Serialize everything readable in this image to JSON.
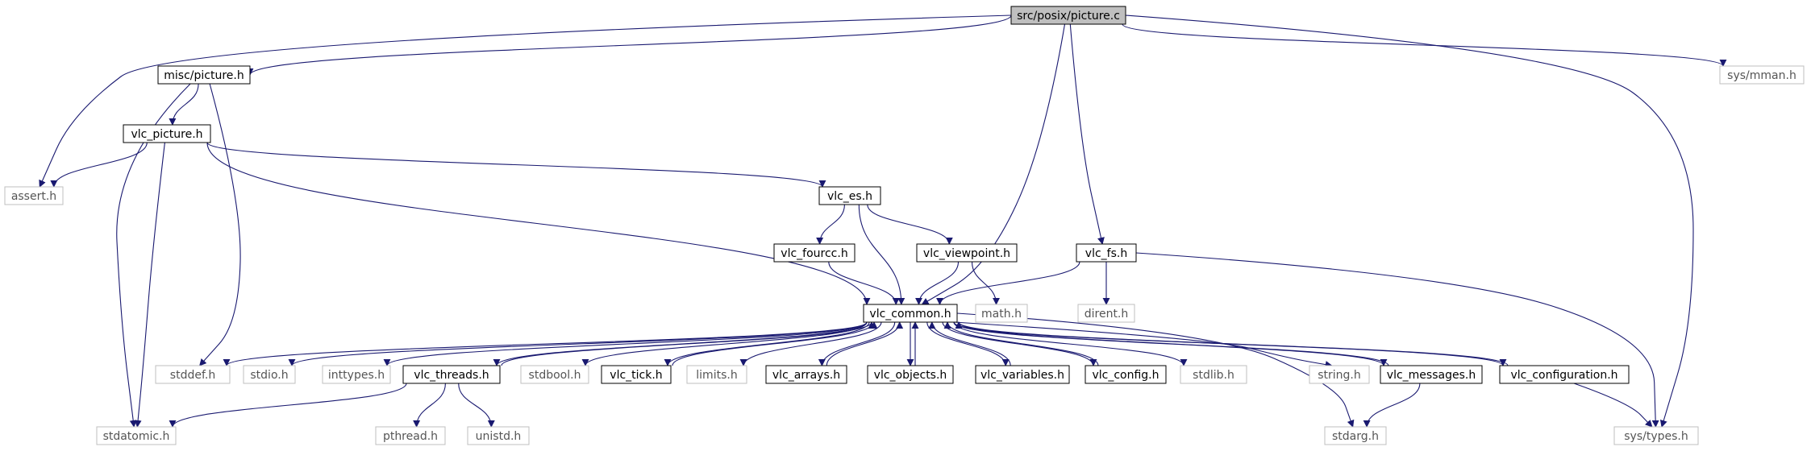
{
  "graph": {
    "colors": {
      "edge": "#191970",
      "project_border": "#000000",
      "system_border": "#bfbfbf",
      "root_fill": "#bfbfbf"
    },
    "nodes": {
      "root": {
        "label": "src/posix/picture.c",
        "kind": "root"
      },
      "misc_picture": {
        "label": "misc/picture.h",
        "kind": "project"
      },
      "vlc_picture": {
        "label": "vlc_picture.h",
        "kind": "project"
      },
      "vlc_es": {
        "label": "vlc_es.h",
        "kind": "project"
      },
      "vlc_fourcc": {
        "label": "vlc_fourcc.h",
        "kind": "project"
      },
      "vlc_viewpoint": {
        "label": "vlc_viewpoint.h",
        "kind": "project"
      },
      "vlc_fs": {
        "label": "vlc_fs.h",
        "kind": "project"
      },
      "vlc_common": {
        "label": "vlc_common.h",
        "kind": "project"
      },
      "vlc_threads": {
        "label": "vlc_threads.h",
        "kind": "project"
      },
      "vlc_tick": {
        "label": "vlc_tick.h",
        "kind": "project"
      },
      "vlc_arrays": {
        "label": "vlc_arrays.h",
        "kind": "project"
      },
      "vlc_objects": {
        "label": "vlc_objects.h",
        "kind": "project"
      },
      "vlc_variables": {
        "label": "vlc_variables.h",
        "kind": "project"
      },
      "vlc_config": {
        "label": "vlc_config.h",
        "kind": "project"
      },
      "vlc_messages": {
        "label": "vlc_messages.h",
        "kind": "project"
      },
      "vlc_configuration": {
        "label": "vlc_configuration.h",
        "kind": "project"
      },
      "sys_mman": {
        "label": "sys/mman.h",
        "kind": "system"
      },
      "assert": {
        "label": "assert.h",
        "kind": "system"
      },
      "math": {
        "label": "math.h",
        "kind": "system"
      },
      "dirent": {
        "label": "dirent.h",
        "kind": "system"
      },
      "stddef": {
        "label": "stddef.h",
        "kind": "system"
      },
      "stdio": {
        "label": "stdio.h",
        "kind": "system"
      },
      "inttypes": {
        "label": "inttypes.h",
        "kind": "system"
      },
      "stdbool": {
        "label": "stdbool.h",
        "kind": "system"
      },
      "limits": {
        "label": "limits.h",
        "kind": "system"
      },
      "stdlib": {
        "label": "stdlib.h",
        "kind": "system"
      },
      "string": {
        "label": "string.h",
        "kind": "system"
      },
      "stdatomic": {
        "label": "stdatomic.h",
        "kind": "system"
      },
      "pthread": {
        "label": "pthread.h",
        "kind": "system"
      },
      "unistd": {
        "label": "unistd.h",
        "kind": "system"
      },
      "stdarg": {
        "label": "stdarg.h",
        "kind": "system"
      },
      "sys_types": {
        "label": "sys/types.h",
        "kind": "system"
      }
    },
    "edges": [
      [
        "root",
        "misc_picture"
      ],
      [
        "root",
        "assert"
      ],
      [
        "root",
        "vlc_common"
      ],
      [
        "root",
        "vlc_fs"
      ],
      [
        "root",
        "sys_types"
      ],
      [
        "root",
        "sys_mman"
      ],
      [
        "misc_picture",
        "vlc_picture"
      ],
      [
        "misc_picture",
        "stdatomic"
      ],
      [
        "misc_picture",
        "stddef"
      ],
      [
        "vlc_picture",
        "assert"
      ],
      [
        "vlc_picture",
        "vlc_es"
      ],
      [
        "vlc_picture",
        "vlc_common"
      ],
      [
        "vlc_picture",
        "stdatomic"
      ],
      [
        "vlc_es",
        "vlc_fourcc"
      ],
      [
        "vlc_es",
        "vlc_viewpoint"
      ],
      [
        "vlc_es",
        "vlc_common"
      ],
      [
        "vlc_fourcc",
        "vlc_common"
      ],
      [
        "vlc_viewpoint",
        "vlc_common"
      ],
      [
        "vlc_viewpoint",
        "math"
      ],
      [
        "vlc_fs",
        "vlc_common"
      ],
      [
        "vlc_fs",
        "dirent"
      ],
      [
        "vlc_fs",
        "sys_types"
      ],
      [
        "vlc_common",
        "stddef"
      ],
      [
        "vlc_common",
        "stdio"
      ],
      [
        "vlc_common",
        "inttypes"
      ],
      [
        "vlc_common",
        "vlc_threads"
      ],
      [
        "vlc_common",
        "stdbool"
      ],
      [
        "vlc_common",
        "vlc_tick"
      ],
      [
        "vlc_common",
        "limits"
      ],
      [
        "vlc_common",
        "vlc_arrays"
      ],
      [
        "vlc_common",
        "vlc_objects"
      ],
      [
        "vlc_common",
        "vlc_variables"
      ],
      [
        "vlc_common",
        "vlc_config"
      ],
      [
        "vlc_common",
        "stdlib"
      ],
      [
        "vlc_common",
        "string"
      ],
      [
        "vlc_common",
        "vlc_messages"
      ],
      [
        "vlc_common",
        "vlc_configuration"
      ],
      [
        "vlc_common",
        "stdarg"
      ],
      [
        "vlc_threads",
        "vlc_common"
      ],
      [
        "vlc_tick",
        "vlc_common"
      ],
      [
        "vlc_arrays",
        "vlc_common"
      ],
      [
        "vlc_objects",
        "vlc_common"
      ],
      [
        "vlc_variables",
        "vlc_common"
      ],
      [
        "vlc_config",
        "vlc_common"
      ],
      [
        "vlc_messages",
        "vlc_common"
      ],
      [
        "vlc_configuration",
        "vlc_common"
      ],
      [
        "vlc_threads",
        "stdatomic"
      ],
      [
        "vlc_threads",
        "pthread"
      ],
      [
        "vlc_threads",
        "unistd"
      ],
      [
        "vlc_messages",
        "stdarg"
      ],
      [
        "vlc_configuration",
        "sys_types"
      ]
    ]
  }
}
